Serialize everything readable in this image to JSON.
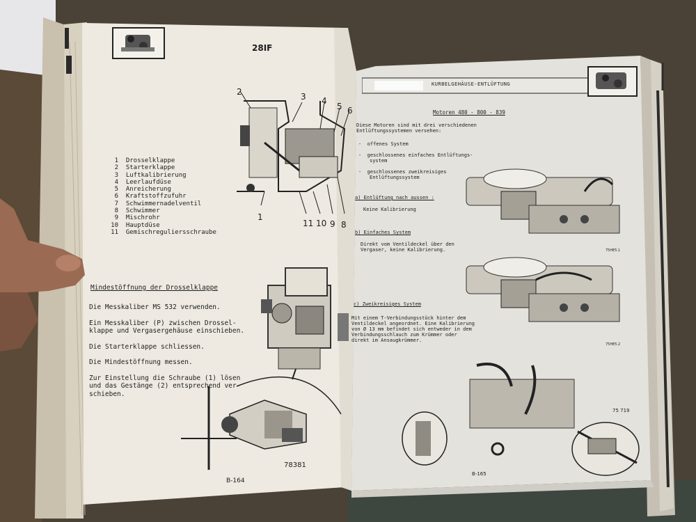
{
  "left_page": {
    "page_code": "28IF",
    "legend": [
      {
        "num": "1",
        "label": "Drosselklappe"
      },
      {
        "num": "2",
        "label": "Starterklappe"
      },
      {
        "num": "3",
        "label": "Luftkalibrierung"
      },
      {
        "num": "4",
        "label": "Leerlaufdüse"
      },
      {
        "num": "5",
        "label": "Anreicherung"
      },
      {
        "num": "6",
        "label": "Kraftstoffzufuhr"
      },
      {
        "num": "7",
        "label": "Schwimmernadelventil"
      },
      {
        "num": "8",
        "label": "Schwimmer"
      },
      {
        "num": "9",
        "label": "Mischrohr"
      },
      {
        "num": "10",
        "label": "Hauptdüse"
      },
      {
        "num": "11",
        "label": "Gemischreguliersschraube"
      }
    ],
    "callouts_top": [
      "2",
      "3",
      "4",
      "5",
      "6"
    ],
    "callouts_bottom": [
      "1",
      "11",
      "10",
      "9",
      "8"
    ],
    "section_title": "Mindestöffnung der Drosselklappe",
    "instructions": [
      "Die Messkaliber MS 532 verwenden.",
      "Ein Messkaliber (P) zwischen Drossel-",
      "klappe und Vergasergehäuse einschieben.",
      "Die Starterklappe schliessen.",
      "Die Mindestöffnung messen.",
      "Zur Einstellung die Schraube (1) lösen",
      "und das Gestänge (2) entsprechend ver-",
      "schieben."
    ],
    "figure_number": "78381",
    "page_number": "B-164"
  },
  "right_page": {
    "header_title": "KURBELGEHÄUSE-ENTLÜFTUNG",
    "engines_line": "Motoren 480 - 800 - 839",
    "intro": [
      "Diese Motoren sind mit drei verschiedenen",
      "Entlüftungssystemen versehen:"
    ],
    "bullets": [
      [
        "offenes System"
      ],
      [
        "geschlossenes einfaches Entlüftungs-",
        "system"
      ],
      [
        "geschlossenes zweikreisiges",
        "Entlüftungssystem"
      ]
    ],
    "section_a_title": "a) Entlüftung nach aussen :",
    "section_a_text": "Keine Kalibrierung",
    "section_b_title": "b) Einfaches System",
    "section_b_text": [
      "Direkt vom Ventildeckel über den",
      "Vergaser, keine Kalibrierung."
    ],
    "section_c_title": "c) Zweikreisiges System",
    "section_c_text": [
      "Mit einem T-Verbindungsstück hinter dem",
      "Ventildeckel angeordnet. Eine Kalibrierung",
      "von Ø 13 mm befindet sich entweder in dem",
      "Verbindungsschlauch zum Krümmer oder",
      "direkt im Ansaugkrümmer."
    ],
    "fig1_label": "75HE5.1",
    "fig2_label": "75HE5.2",
    "fig3_label": "75 719",
    "page_number": "B-165"
  },
  "colors": {
    "paper_left": "#eeeae1",
    "paper_right": "#e3e2dc",
    "desk": "#4a4237",
    "hand": "#9a6a52"
  }
}
